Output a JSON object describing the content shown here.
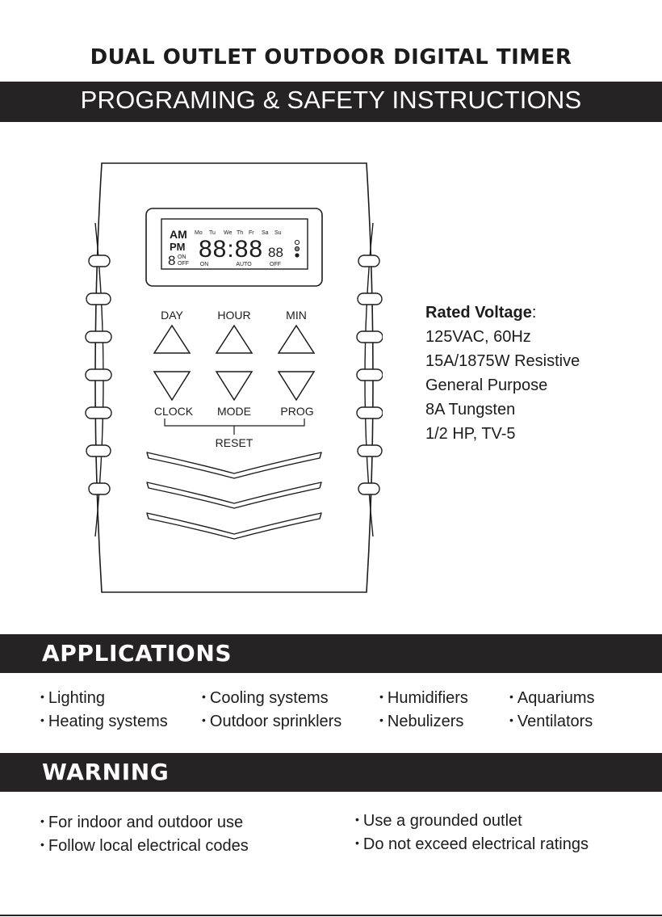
{
  "title": "DUAL OUTLET OUTDOOR DIGITAL TIMER",
  "subtitle": "PROGRAMING & SAFETY INSTRUCTIONS",
  "device": {
    "lcd": {
      "am": "AM",
      "pm": "PM",
      "days": [
        "Mo",
        "Tu",
        "We",
        "Th",
        "Fr",
        "Sa",
        "Su"
      ],
      "digit_small": "8",
      "on": "ON",
      "off": "OFF",
      "time": "88:88",
      "seconds": "88",
      "mode_labels": [
        "ON",
        "AUTO",
        "OFF"
      ]
    },
    "buttons_top": [
      "DAY",
      "HOUR",
      "MIN"
    ],
    "buttons_bottom": [
      "CLOCK",
      "MODE",
      "PROG"
    ],
    "reset": "RESET"
  },
  "specs": {
    "heading": "Rated Voltage",
    "heading_suffix": ":",
    "lines": [
      "125VAC, 60Hz",
      "15A/1875W Resistive",
      "General Purpose",
      "8A Tungsten",
      "1/2 HP, TV-5"
    ]
  },
  "applications": {
    "heading": "APPLICATIONS",
    "items": [
      "Lighting",
      "Heating systems",
      "Cooling systems",
      "Outdoor sprinklers",
      "Humidifiers",
      "Nebulizers",
      "Aquariums",
      "Ventilators"
    ]
  },
  "warning": {
    "heading": "WARNING",
    "items": [
      "For indoor and outdoor use",
      "Follow local electrical codes",
      "Use a grounded outlet",
      "Do not exceed electrical ratings"
    ]
  }
}
